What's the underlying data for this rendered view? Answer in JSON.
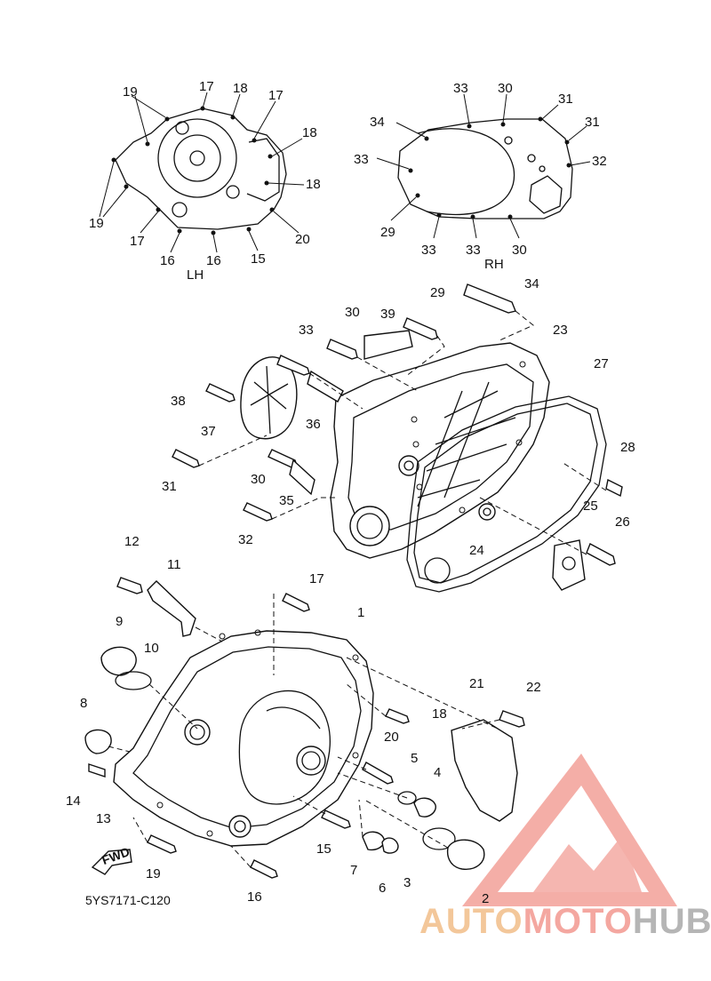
{
  "diagram": {
    "code": "5YS7171-C120",
    "lh_label": "LH",
    "rh_label": "RH",
    "fwd_label": "FWD"
  },
  "watermark": {
    "part1": "AUTO",
    "part2": "MOTO",
    "part3": "HUB",
    "colors": {
      "auto": "#f3c79a",
      "moto": "#f4a7a0",
      "hub": "#b5b5b5",
      "logo": "#f29a92"
    }
  },
  "callouts": {
    "lh": [
      "19",
      "17",
      "18",
      "17",
      "18",
      "18",
      "19",
      "17",
      "16",
      "16",
      "15",
      "20"
    ],
    "rh": [
      "33",
      "30",
      "31",
      "34",
      "31",
      "33",
      "32",
      "29",
      "33",
      "33",
      "30"
    ],
    "mid": [
      "34",
      "30",
      "39",
      "29",
      "33",
      "23",
      "27",
      "38",
      "36",
      "37",
      "28",
      "31",
      "30",
      "35",
      "25",
      "26",
      "24",
      "32"
    ],
    "bottom": [
      "12",
      "11",
      "17",
      "1",
      "9",
      "10",
      "8",
      "18",
      "21",
      "22",
      "20",
      "5",
      "4",
      "14",
      "13",
      "15",
      "7",
      "6",
      "3",
      "2",
      "19",
      "16"
    ]
  }
}
